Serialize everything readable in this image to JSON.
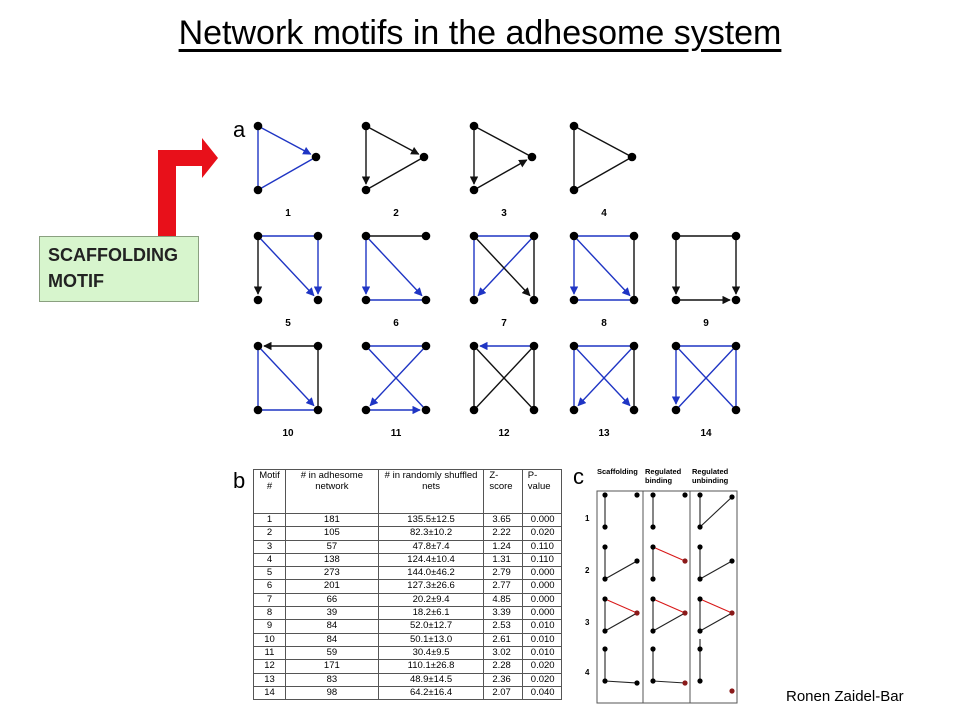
{
  "slide": {
    "title": "Network motifs in the adhesome system",
    "credit": "Ronen Zaidel-Bar"
  },
  "callout": {
    "line1": "SCAFFOLDING",
    "line2": "MOTIF"
  },
  "panels": {
    "a": "a",
    "b": "b",
    "c": "c"
  },
  "motifs": [
    {
      "id": "1",
      "label": "1"
    },
    {
      "id": "2",
      "label": "2"
    },
    {
      "id": "3",
      "label": "3"
    },
    {
      "id": "4",
      "label": "4"
    },
    {
      "id": "5",
      "label": "5"
    },
    {
      "id": "6",
      "label": "6"
    },
    {
      "id": "7",
      "label": "7"
    },
    {
      "id": "8",
      "label": "8"
    },
    {
      "id": "9",
      "label": "9"
    },
    {
      "id": "10",
      "label": "10"
    },
    {
      "id": "11",
      "label": "11"
    },
    {
      "id": "12",
      "label": "12"
    },
    {
      "id": "13",
      "label": "13"
    },
    {
      "id": "14",
      "label": "14"
    }
  ],
  "table": {
    "headers": [
      "Motif #",
      "# in adhesome network",
      "# in randomly shuffled nets",
      "Z-score",
      "P-value"
    ],
    "rows": [
      [
        "1",
        "181",
        "135.5±12.5",
        "3.65",
        "0.000"
      ],
      [
        "2",
        "105",
        "82.3±10.2",
        "2.22",
        "0.020"
      ],
      [
        "3",
        "57",
        "47.8±7.4",
        "1.24",
        "0.110"
      ],
      [
        "4",
        "138",
        "124.4±10.4",
        "1.31",
        "0.110"
      ],
      [
        "5",
        "273",
        "144.0±46.2",
        "2.79",
        "0.000"
      ],
      [
        "6",
        "201",
        "127.3±26.6",
        "2.77",
        "0.000"
      ],
      [
        "7",
        "66",
        "20.2±9.4",
        "4.85",
        "0.000"
      ],
      [
        "8",
        "39",
        "18.2±6.1",
        "3.39",
        "0.000"
      ],
      [
        "9",
        "84",
        "52.0±12.7",
        "2.53",
        "0.010"
      ],
      [
        "10",
        "84",
        "50.1±13.0",
        "2.61",
        "0.010"
      ],
      [
        "11",
        "59",
        "30.4±9.5",
        "3.02",
        "0.010"
      ],
      [
        "12",
        "171",
        "110.1±26.8",
        "2.28",
        "0.020"
      ],
      [
        "13",
        "83",
        "48.9±14.5",
        "2.36",
        "0.020"
      ],
      [
        "14",
        "98",
        "64.2±16.4",
        "2.07",
        "0.040"
      ]
    ]
  },
  "regulation": {
    "columns": [
      "Scaffolding",
      "Regulated binding",
      "Regulated unbinding"
    ],
    "rows": [
      "1",
      "2",
      "3",
      "4"
    ]
  },
  "colors": {
    "arrow": "#e8101a",
    "blue_edge": "#1f35c4",
    "black_edge": "#111111",
    "red_edge": "#d81818",
    "callout_bg": "#d7f5cd"
  }
}
